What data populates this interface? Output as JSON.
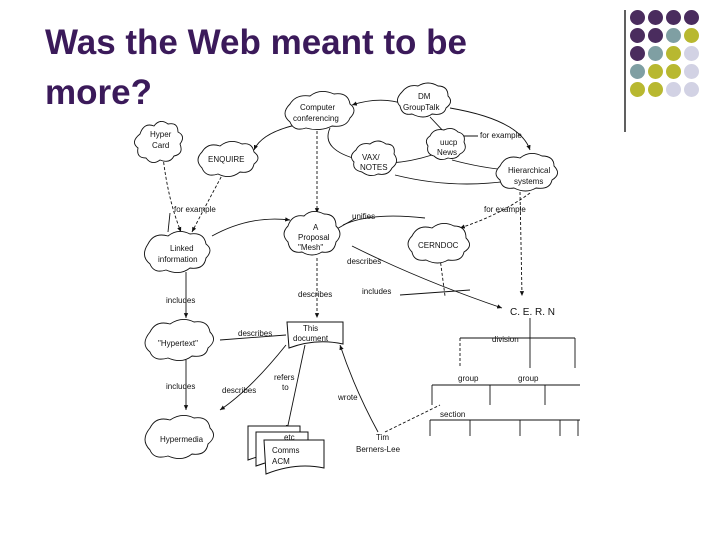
{
  "slide": {
    "title_line1": "Was the Web meant to be",
    "title_line2": "more?"
  },
  "colors": {
    "title": "#3b1a5a",
    "dot_purple": "#4a2c5e",
    "dot_teal": "#7f9fa3",
    "dot_olive": "#b8b830",
    "dot_lavender": "#d2d2e4"
  },
  "dots": [
    [
      "purple",
      "purple",
      "purple",
      "purple"
    ],
    [
      "purple",
      "purple",
      "teal",
      "olive"
    ],
    [
      "purple",
      "teal",
      "olive",
      "lavender"
    ],
    [
      "teal",
      "olive",
      "olive",
      "lavender"
    ],
    [
      "olive",
      "olive",
      "lavender",
      "lavender"
    ]
  ],
  "diagram": {
    "nodes": {
      "hypercard": [
        "Hyper",
        "Card"
      ],
      "enquire": "ENQUIRE",
      "computer_conferencing": [
        "Computer",
        "conferencing"
      ],
      "dm_grouptalk": [
        "DM",
        "GroupTalk"
      ],
      "uucp_news": [
        "uucp",
        "News"
      ],
      "vax_notes": [
        "VAX/",
        "NOTES"
      ],
      "hierarchical_systems": [
        "Hierarchical",
        "systems"
      ],
      "linked_information": [
        "Linked",
        "information"
      ],
      "proposal": [
        "A",
        "Proposal",
        "\"Mesh\""
      ],
      "cerndoc": "CERNDOC",
      "cern": "C. E. R. N",
      "hypertext": "\"Hypertext\"",
      "this_document": [
        "This",
        "document"
      ],
      "hypermedia": "Hypermedia",
      "etc_comms_acm": [
        "etc",
        "Comms",
        "ACM"
      ],
      "tim_berners_lee": [
        "Tim",
        "Berners-Lee"
      ]
    },
    "labels": {
      "for_example": "for example",
      "unifies": "unifies",
      "describes": "describes",
      "includes": "includes",
      "division": "division",
      "group": "group",
      "refers_to": [
        "refers",
        "to"
      ],
      "wrote": "wrote",
      "section": "section"
    }
  }
}
